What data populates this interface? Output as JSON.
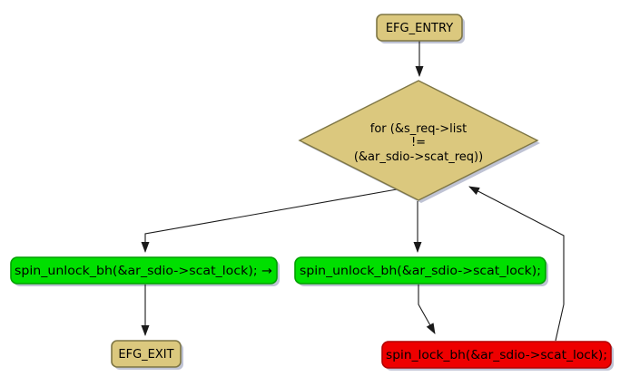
{
  "diagram": {
    "type": "flowchart",
    "nodes": {
      "entry": {
        "label": "EFG_ENTRY"
      },
      "loop_condition": {
        "lines": [
          "for (&s_req->list",
          "!=",
          "(&ar_sdio->scat_req))"
        ]
      },
      "unlock_break": {
        "label": "spin_unlock_bh(&ar_sdio->scat_lock); →"
      },
      "unlock_body": {
        "label": "spin_unlock_bh(&ar_sdio->scat_lock);"
      },
      "exit": {
        "label": "EFG_EXIT"
      },
      "lock_body": {
        "label": "spin_lock_bh(&ar_sdio->scat_lock);"
      }
    },
    "colors": {
      "background": "#FFFFFF",
      "tan_fill": "#DBC87E",
      "tan_border": "#7E7645",
      "green_fill": "#00DF00",
      "green_border": "#00A000",
      "red_fill": "#EE0000",
      "red_border": "#B20000",
      "edge": "#1A1A1A",
      "shadow": "#A9AFC6",
      "text": "#000000"
    }
  }
}
